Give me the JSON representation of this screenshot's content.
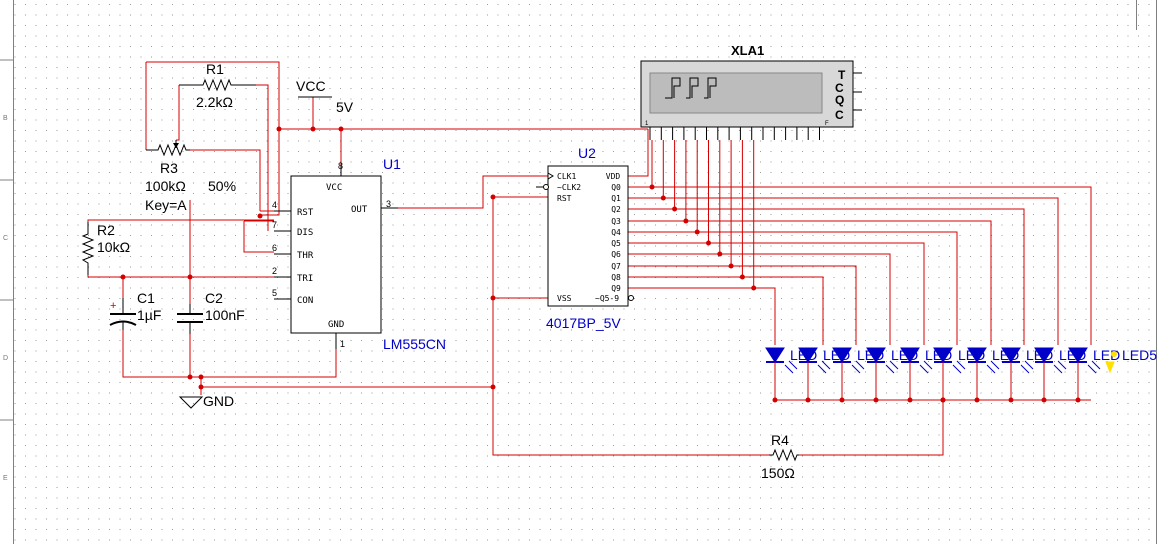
{
  "colors": {
    "wire": "#d40000",
    "component": "#000000",
    "ic_label": "#0000c8",
    "junction": "#d40000",
    "led": "#0000c8",
    "led_active": "#ffe000",
    "grid_dot": "#9a9a9a",
    "instrument_fill": "#d8d8d8",
    "instrument_screen": "#bcbcbc"
  },
  "instrument": {
    "name": "XLA1",
    "pins_right": [
      "T",
      "Q",
      "C",
      "Q",
      "C"
    ],
    "pin_left_small": "1",
    "pin_right_small": "F"
  },
  "power": {
    "vcc_label": "VCC",
    "vcc_value": "5V",
    "gnd_label": "GND"
  },
  "components": {
    "r1": {
      "ref": "R1",
      "value": "2.2kΩ"
    },
    "r2": {
      "ref": "R2",
      "value": "10kΩ"
    },
    "r3": {
      "ref": "R3",
      "value": "100kΩ",
      "percent": "50%",
      "key": "Key=A"
    },
    "r4": {
      "ref": "R4",
      "value": "150Ω"
    },
    "c1": {
      "ref": "C1",
      "value": "1µF"
    },
    "c2": {
      "ref": "C2",
      "value": "100nF"
    }
  },
  "u1": {
    "ref": "U1",
    "part": "LM555CN",
    "pins_left": [
      {
        "num": "4",
        "name": "RST"
      },
      {
        "num": "7",
        "name": "DIS"
      },
      {
        "num": "6",
        "name": "THR"
      },
      {
        "num": "2",
        "name": "TRI"
      },
      {
        "num": "5",
        "name": "CON"
      }
    ],
    "pin_top": {
      "num": "8",
      "name": "VCC"
    },
    "pin_right": {
      "num": "3",
      "name": "OUT"
    },
    "pin_bottom": {
      "num": "1",
      "name": "GND"
    }
  },
  "u2": {
    "ref": "U2",
    "part": "4017BP_5V",
    "pins_left": [
      "CLK1",
      "~CLK2",
      "RST",
      "VSS"
    ],
    "pins_right": [
      "VDD",
      "Q0",
      "Q1",
      "Q2",
      "Q3",
      "Q4",
      "Q5",
      "Q6",
      "Q7",
      "Q8",
      "Q9",
      "~Q5-9"
    ]
  },
  "leds": [
    "LED",
    "LED",
    "LED",
    "LED",
    "LED",
    "LED",
    "LED",
    "LED",
    "LED",
    "LED",
    "LED5"
  ]
}
